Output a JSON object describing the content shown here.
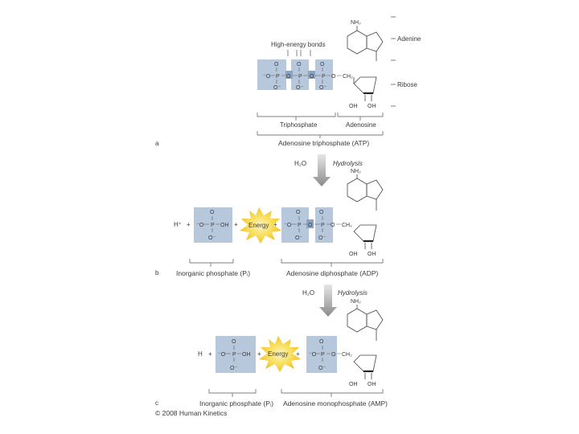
{
  "colors": {
    "phosphate_box": "#b8c8dc",
    "highlight_o": "#8aa3c4",
    "energy_burst": "#f5d443",
    "energy_core": "#fbef9a",
    "line": "#555555",
    "arrow": "#9c9c9c"
  },
  "panel_a": {
    "letter": "a",
    "high_energy_label": "High-energy bonds",
    "phosphate_text": {
      "o_top": "O",
      "o_minus": "O⁻",
      "minus_o": "⁻O",
      "p": "P",
      "o": "O",
      "bridge_o": "O",
      "ch2": "CH₂"
    },
    "nh2": "NH₂",
    "adenine_label": "Adenine",
    "ribose_label": "Ribose",
    "oh_left": "OH",
    "oh_right": "OH",
    "triphosphate_label": "Triphosphate",
    "adenosine_label": "Adenosine",
    "atp_label": "Adenosine triphosphate (ATP)"
  },
  "hydrolysis_1": {
    "water": "H₂O",
    "label": "Hydrolysis"
  },
  "panel_b": {
    "letter": "b",
    "h_plus": "H⁺",
    "plus": "+",
    "oh": "OH",
    "energy": "Energy",
    "nh2": "NH₂",
    "pi_label": "Inorganic phosphate (Pᵢ)",
    "adp_label": "Adenosine diphosphate (ADP)",
    "oh_left": "OH",
    "oh_right": "OH"
  },
  "hydrolysis_2": {
    "water": "H₂O",
    "label": "Hydrolysis"
  },
  "panel_c": {
    "letter": "c",
    "h": "H",
    "plus": "+",
    "oh": "OH",
    "energy": "Energy",
    "nh2": "NH₂",
    "pi_label": "Inorganic phosphate (Pᵢ)",
    "amp_label": "Adenosine monophosphate (AMP)",
    "oh_left": "OH",
    "oh_right": "OH"
  },
  "copyright": "© 2008 Human Kinetics"
}
